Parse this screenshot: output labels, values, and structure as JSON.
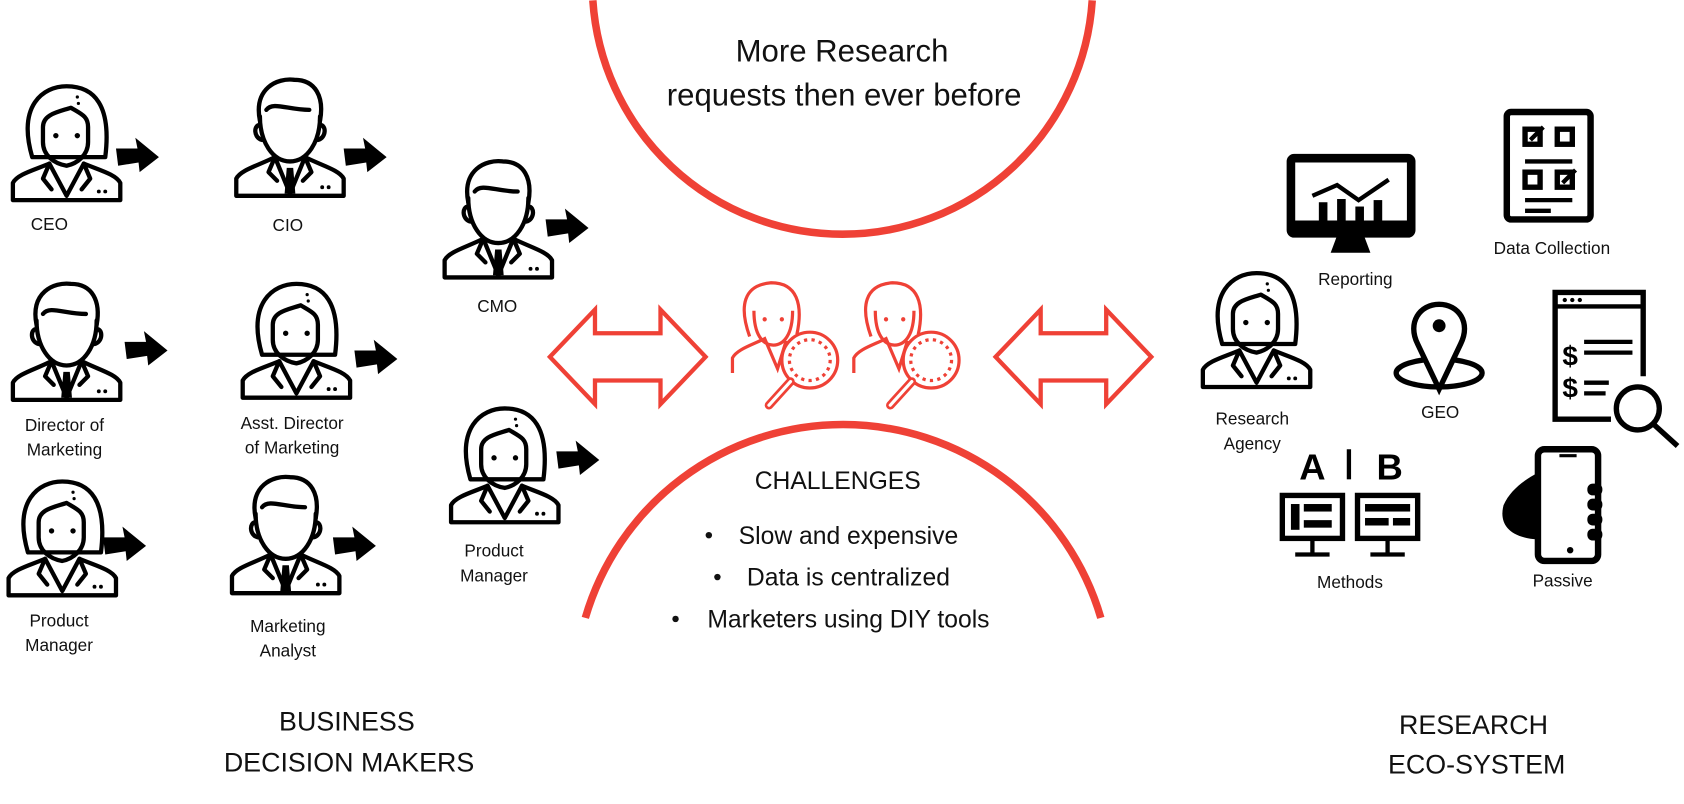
{
  "colors": {
    "accent": "#ef4136",
    "icon": "#000000",
    "text": "#111111"
  },
  "top_circle": {
    "line1": "More Research",
    "line2": "requests then ever before"
  },
  "challenges": {
    "title": "CHALLENGES",
    "items": [
      "Slow and expensive",
      "Data is centralized",
      "Marketers using DIY tools"
    ]
  },
  "decision_makers": {
    "section_line1": "BUSINESS",
    "section_line2": "DECISION MAKERS",
    "people": [
      {
        "icon": "female-person-icon",
        "line1": "CEO",
        "line2": ""
      },
      {
        "icon": "male-person-icon",
        "line1": "CIO",
        "line2": ""
      },
      {
        "icon": "male-person-icon",
        "line1": "CMO",
        "line2": ""
      },
      {
        "icon": "male-person-icon",
        "line1": "Director of",
        "line2": "Marketing"
      },
      {
        "icon": "female-person-icon",
        "line1": "Asst. Director",
        "line2": "of Marketing"
      },
      {
        "icon": "female-person-icon",
        "line1": "Product",
        "line2": "Manager"
      },
      {
        "icon": "male-person-icon",
        "line1": "Marketing",
        "line2": "Analyst"
      },
      {
        "icon": "female-person-icon",
        "line1": "Product",
        "line2": "Manager"
      }
    ]
  },
  "eco_system": {
    "section_line1": "RESEARCH",
    "section_line2": "ECO-SYSTEM",
    "agency": {
      "line1": "Research",
      "line2": "Agency"
    },
    "items": [
      {
        "icon": "monitor-chart-icon",
        "label": "Reporting"
      },
      {
        "icon": "checklist-icon",
        "label": "Data Collection"
      },
      {
        "icon": "map-pin-icon",
        "label": "GEO"
      },
      {
        "icon": "pricing-search-icon",
        "label": ""
      },
      {
        "icon": "ab-test-icon",
        "label": "Methods"
      },
      {
        "icon": "hand-phone-icon",
        "label": "Passive"
      }
    ]
  }
}
